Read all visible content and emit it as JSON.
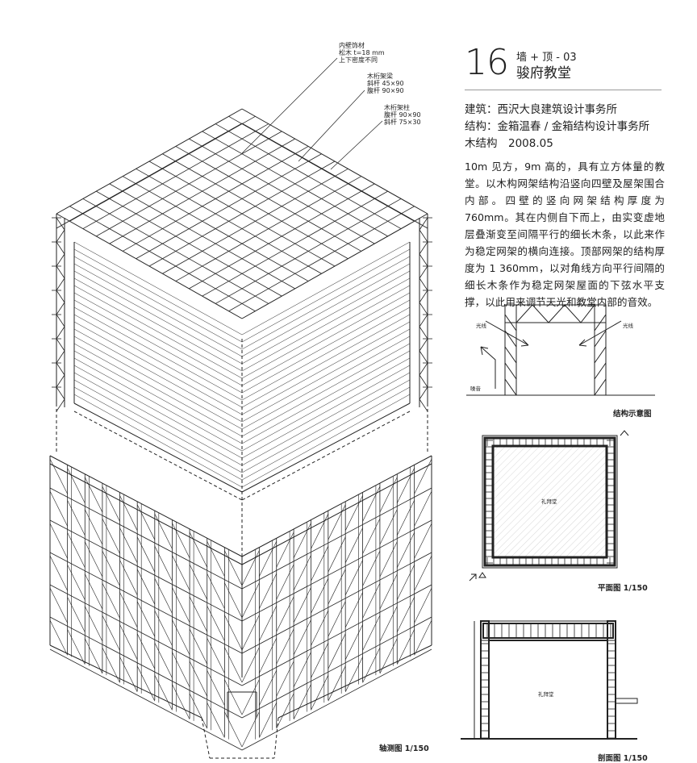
{
  "header": {
    "number": "16",
    "tag": "墙 + 顶 - 03",
    "title": "骏府教堂"
  },
  "credits": [
    "建筑：西沢大良建筑设计事务所",
    "结构：金箱温春 / 金箱结构设计事务所",
    "木结构　2008.05"
  ],
  "description": "10m 见方，9m 高的，具有立方体量的教堂。以木构网架结构沿竖向四壁及屋架围合内部。四壁的竖向网架结构厚度为 760mm。其在内侧自下而上，由实变虚地层叠渐变至间隔平行的细长木条，以此来作为稳定网架的横向连接。顶部网架的结构厚度为 1 360mm，以对角线方向平行间隔的细长木条作为稳定网架屋面的下弦水平支撑，以此用来调节天光和教堂内部的音效。",
  "axon_labels": {
    "wall_finish": [
      "内壁饰材",
      "松木 t=18 mm",
      "上下密度不同"
    ],
    "beam": [
      "木桁架梁",
      "斜杆 45×90",
      "腹杆 90×90"
    ],
    "column": [
      "木桁架柱",
      "腹杆 90×90",
      "斜杆 75×30"
    ]
  },
  "structure_diagram": {
    "light_left": "光线",
    "light_right": "光线",
    "sound_label": "噪音",
    "caption": "结构示意图"
  },
  "plan": {
    "room": "礼拜堂",
    "caption": "平面图  1/150"
  },
  "section": {
    "room": "礼拜堂",
    "caption": "剖面图  1/150"
  },
  "axon_caption": "轴测图  1/150"
}
